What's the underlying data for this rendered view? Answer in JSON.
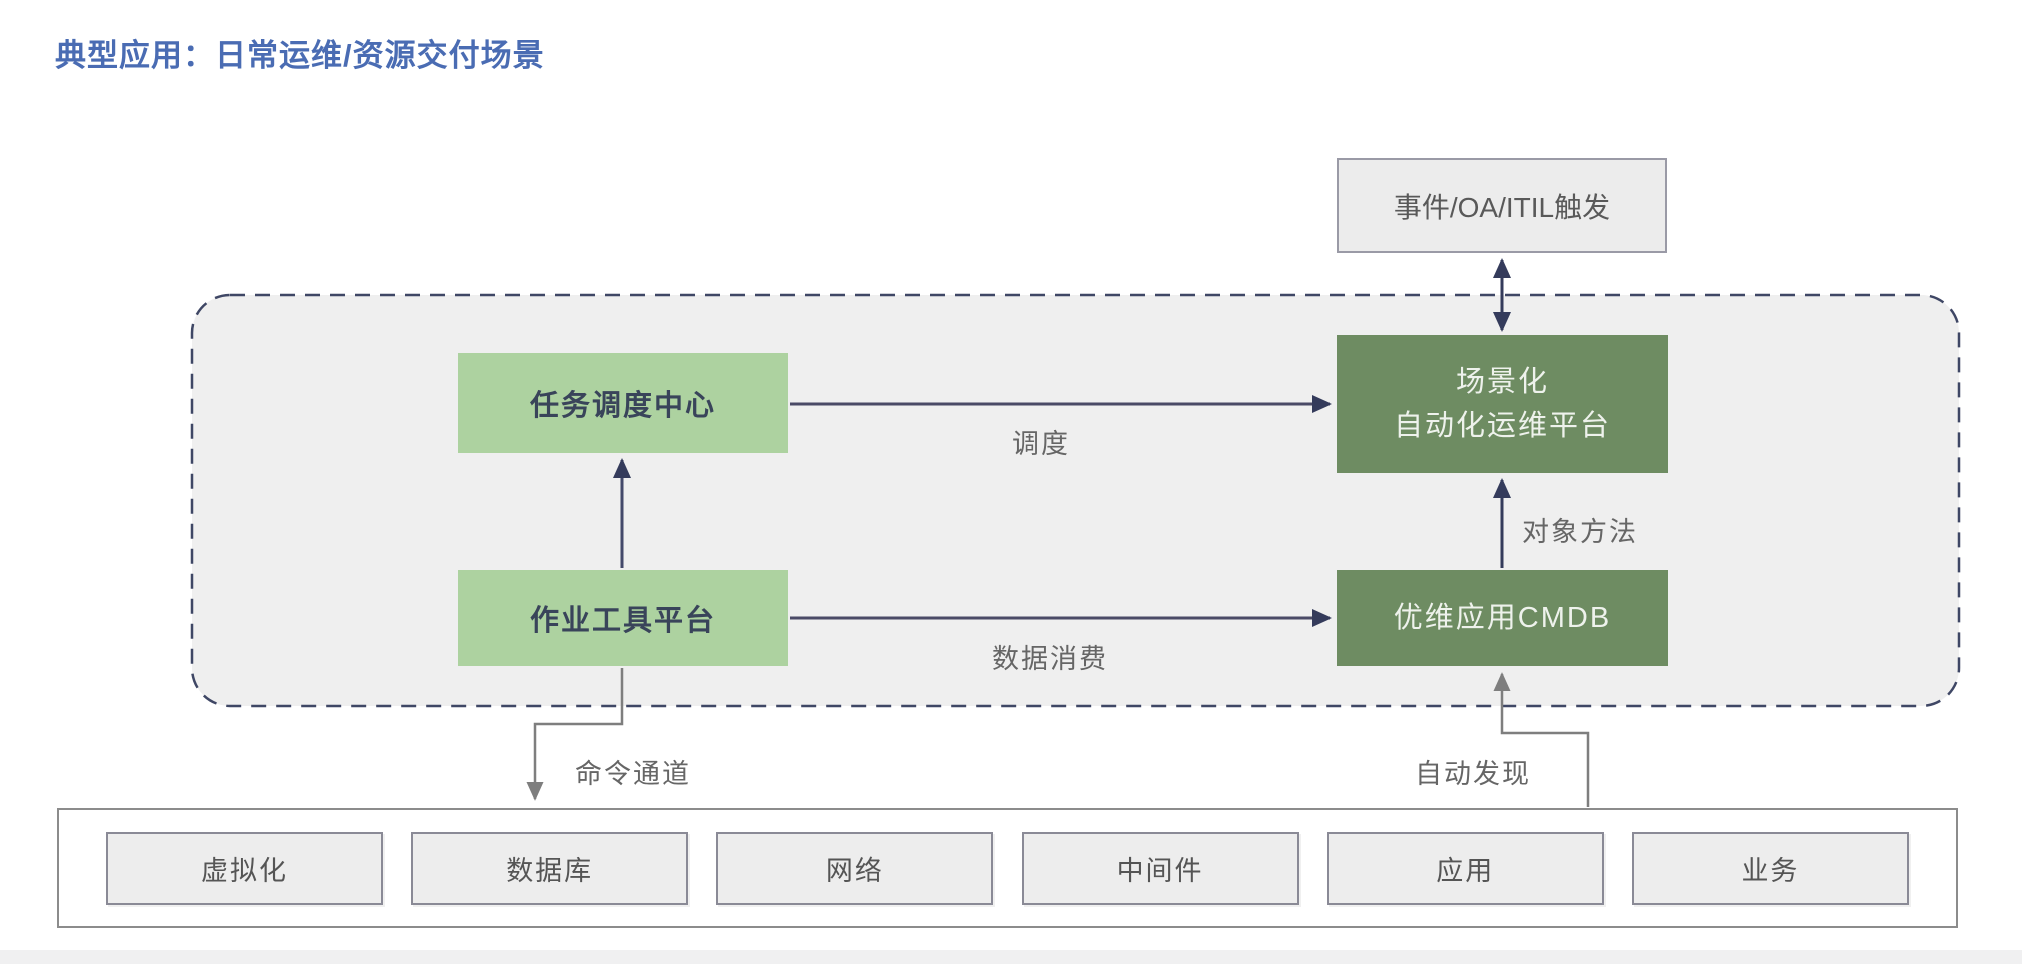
{
  "title": "典型应用：日常运维/资源交付场景",
  "colors": {
    "title_blue": "#4a6cb3",
    "light_green_node": "#add2a0",
    "dark_green_node": "#6e8c62",
    "gray_node": "#ececec",
    "dashed_zone_fill": "#efefef",
    "dashed_zone_border": "#3f4765",
    "navy_arrow": "#343b5b",
    "gray_arrow": "#7e7e7e"
  },
  "trigger": {
    "label": "事件/OA/ITIL触发"
  },
  "platform": {
    "task_center": "任务调度中心",
    "job_platform": "作业工具平台",
    "scenario_line1": "场景化",
    "scenario_line2": "自动化运维平台",
    "cmdb": "优维应用CMDB"
  },
  "edges": {
    "schedule": "调度",
    "object_method": "对象方法",
    "data_consume": "数据消费",
    "command_channel": "命令通道",
    "auto_discovery": "自动发现"
  },
  "infra": {
    "items": [
      "虚拟化",
      "数据库",
      "网络",
      "中间件",
      "应用",
      "业务"
    ]
  }
}
